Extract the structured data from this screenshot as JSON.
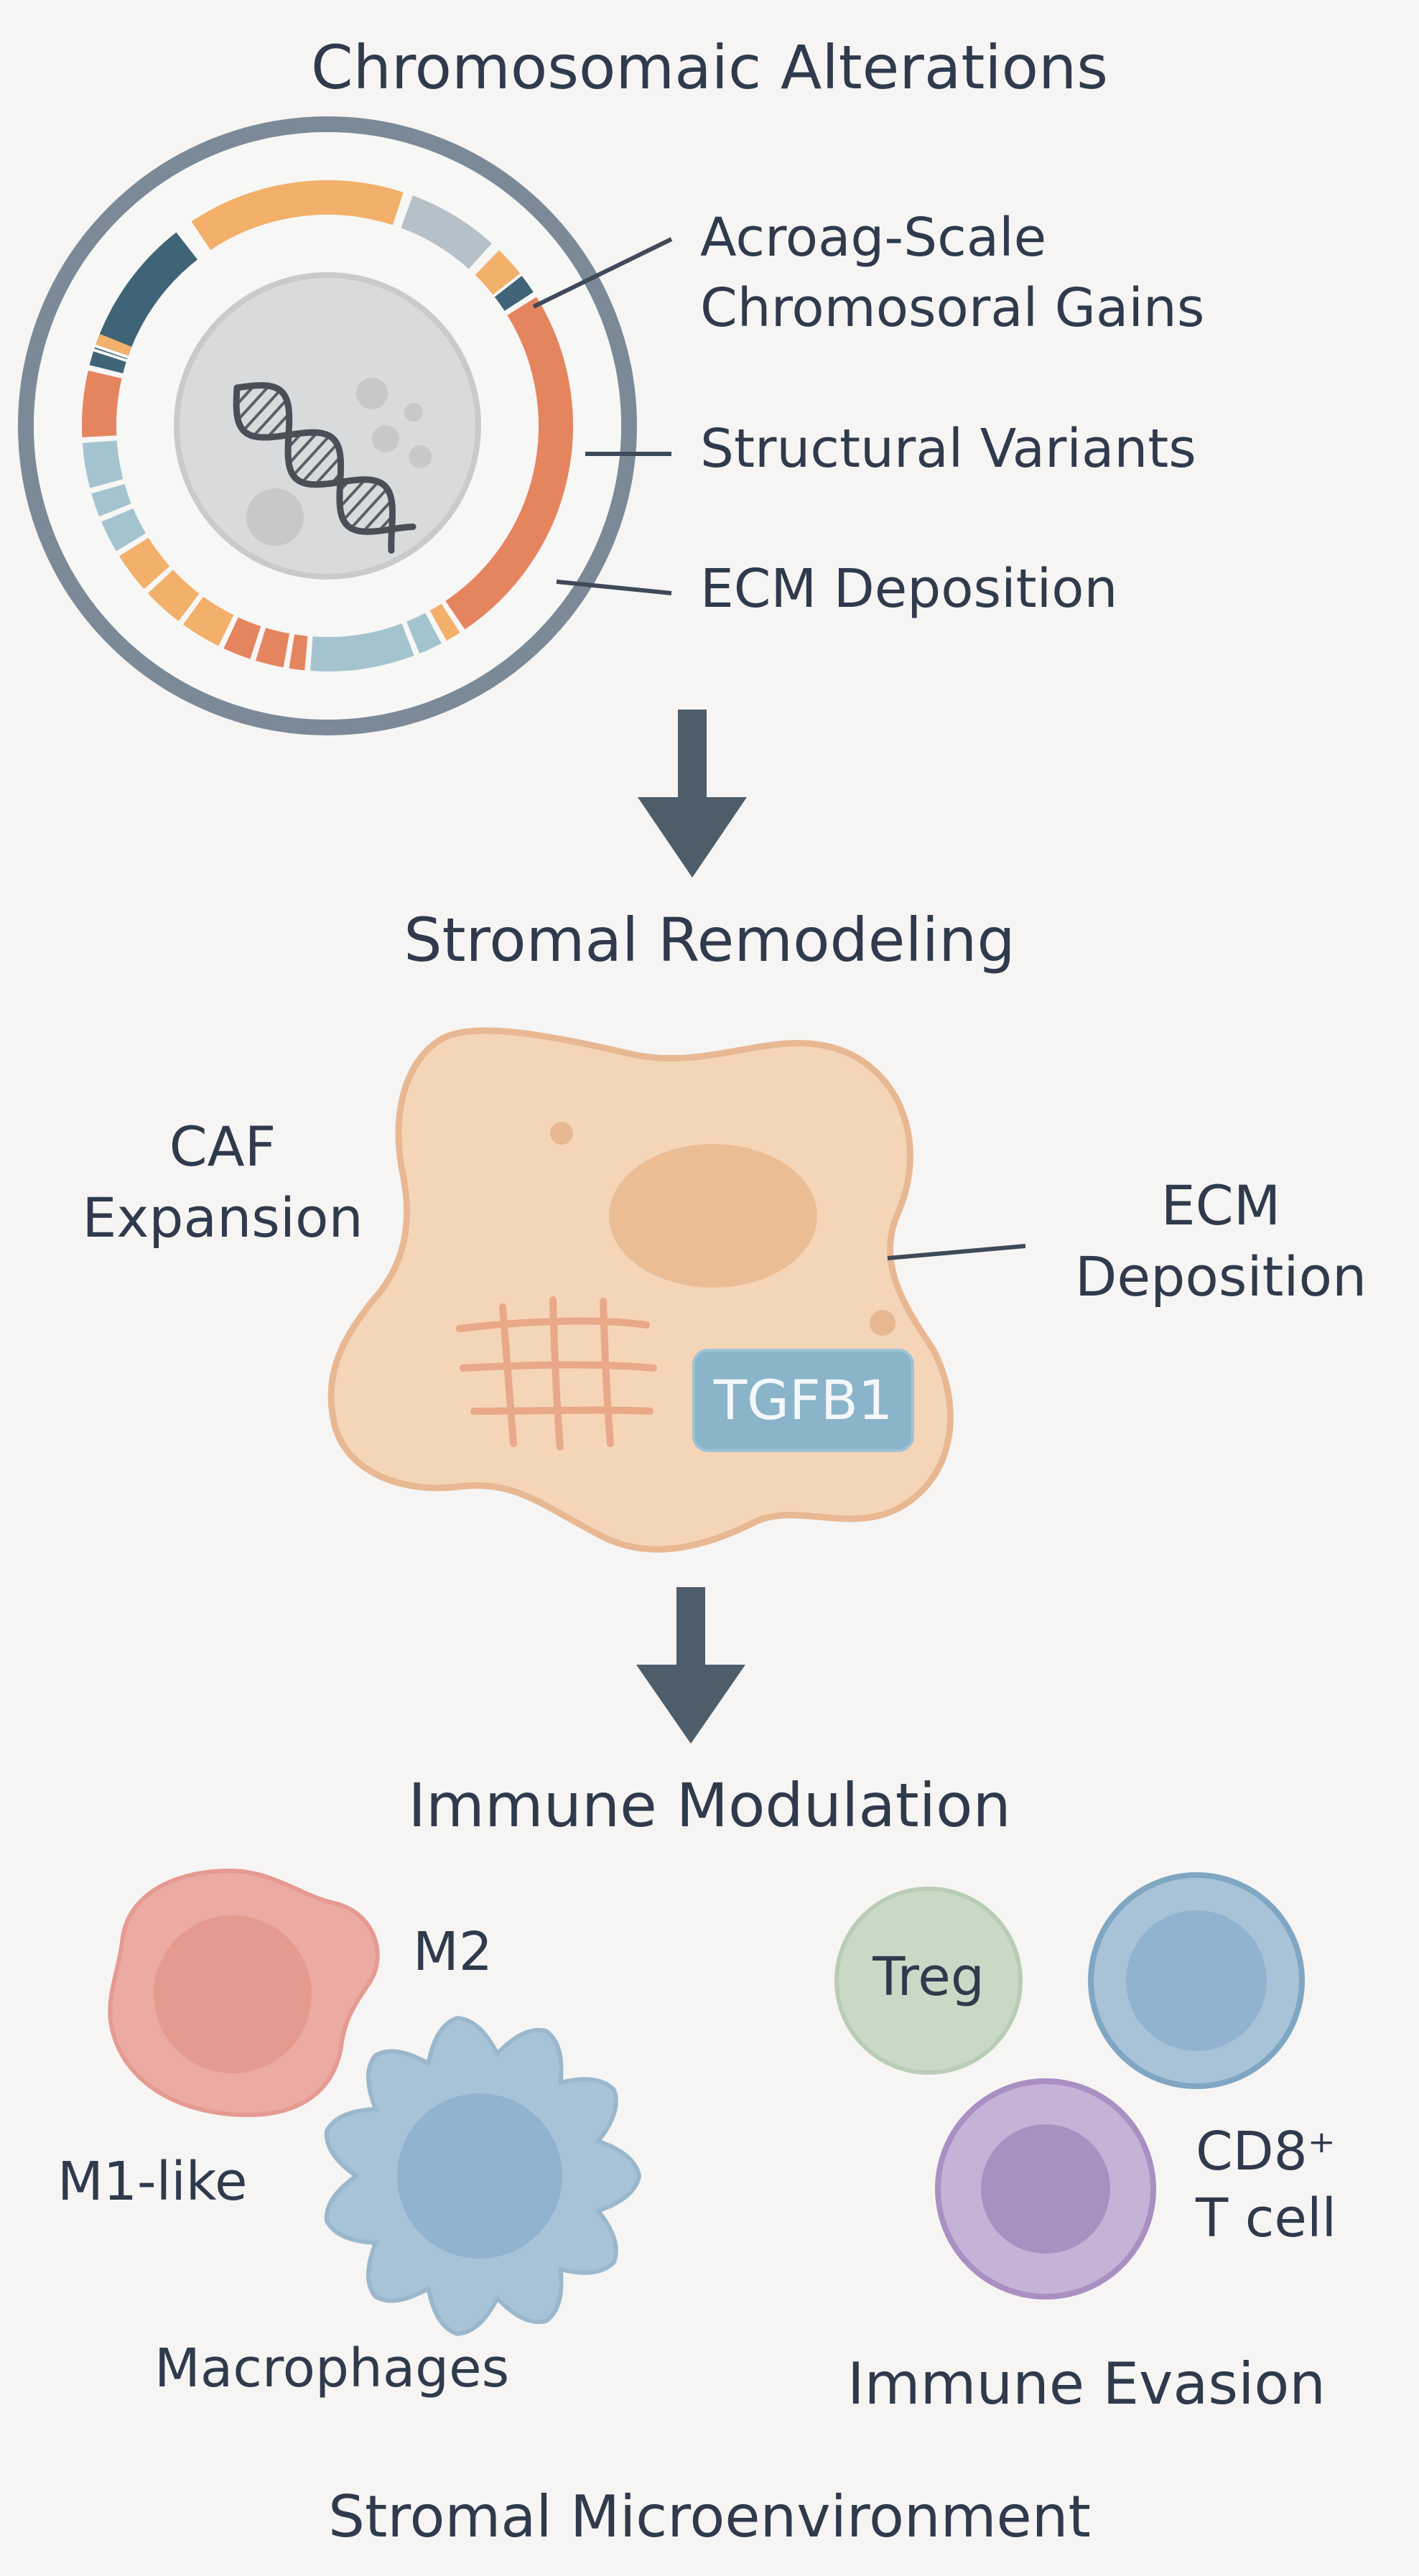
{
  "sections": {
    "chromosomal": {
      "title": "Chromosomaic Alterations",
      "callouts": [
        {
          "line1": "Acroag-Scale",
          "line2": "Chromosoral Gains"
        },
        {
          "line1": "Structural Variants"
        },
        {
          "line1": "ECM Deposition"
        }
      ],
      "icon": "dna-icon"
    },
    "stromal": {
      "title": "Stromal Remodeling",
      "left_label": {
        "line1": "CAF",
        "line2": "Expansion"
      },
      "right_label": {
        "line1": "ECM",
        "line2": "Deposition"
      },
      "badge": "TGFB1"
    },
    "immune": {
      "title": "Immune Modulation",
      "labels": {
        "m2": "M2",
        "m1": "M1-like",
        "macrophages": "Macrophages",
        "treg": "Treg",
        "cd8_line1": "CD8⁺",
        "cd8_line2": "T cell",
        "evasion": "Immune Evasion"
      }
    },
    "footer": "Stromal Microenvironment"
  },
  "colors": {
    "text": "#2f3b4c",
    "arrow": "#4e5d6a",
    "ring_outer": "#7c8a98",
    "orange": "#e58560",
    "yellow": "#f2b06b",
    "navy": "#3f6477",
    "lightblue": "#a3c4cf",
    "grey": "#b5c0c8",
    "nucleus": "#d9dadb",
    "caf_fill": "#f5d5b8",
    "caf_edge": "#e8b893",
    "badge": "#8ab4c9",
    "m2_pink": "#ebaaa2",
    "macro_blue": "#a7c3d8",
    "treg_green": "#c9d9c6",
    "cd8_blue": "#a8c3d8",
    "purple": "#c5b2d7"
  }
}
